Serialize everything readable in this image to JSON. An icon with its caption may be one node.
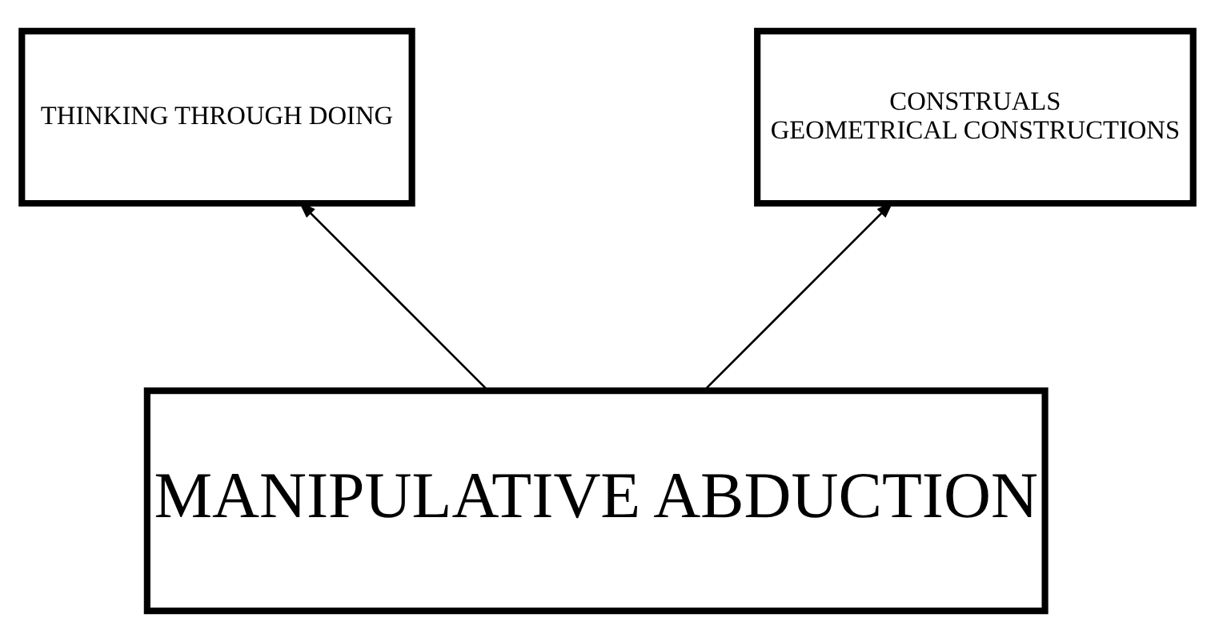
{
  "diagram": {
    "nodes": [
      {
        "text": [
          "THINKING THROUGH DOING"
        ]
      },
      {
        "text": [
          "CONSTRUALS",
          "GEOMETRICAL CONSTRUCTIONS"
        ]
      },
      {
        "text": [
          "MANIPULATIVE ABDUCTION"
        ]
      }
    ],
    "edges": [
      {
        "from": 2,
        "to": 0,
        "arrow": "to"
      },
      {
        "from": 2,
        "to": 1,
        "arrow": "to"
      }
    ]
  }
}
